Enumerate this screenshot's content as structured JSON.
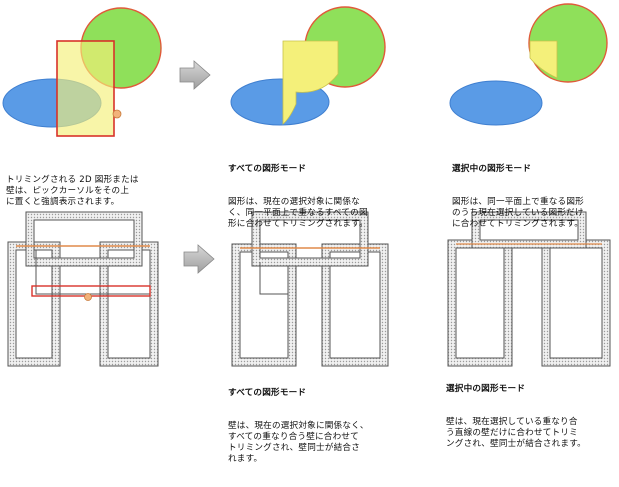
{
  "captions": {
    "c1": {
      "title": "",
      "body": "トリミングされる 2D 図形または\n壁は、ピックカーソルをその上\nに置くと強調表示されます。"
    },
    "c2": {
      "title": "すべての図形モード",
      "body": "図形は、現在の選択対象に関係な\nく、同一平面上で重なるすべての図\n形に合わせてトリミングされます。"
    },
    "c3": {
      "title": "選択中の図形モード",
      "body": "図形は、同一平面上で重なる図形\nのうち現在選択している図形だけ\nに合わせてトリミングされます。"
    },
    "c4": {
      "title": "すべての図形モード",
      "body": "壁は、現在の選択対象に関係なく、\nすべての重なり合う壁に合わせて\nトリミングされ、壁同士が結合さ\nれます。"
    },
    "c5": {
      "title": "選択中の図形モード",
      "body": "壁は、現在選択している重なり合\nう直線の壁だけに合わせてトリミ\nングされ、壁同士が結合されます。"
    }
  },
  "colors": {
    "ellipse_blue": "#5a9be6",
    "circle_green": "#8fe05a",
    "circle_stroke": "#e05a3a",
    "rect_yellow": "#f4f07a",
    "highlight_red": "#d8322a",
    "wall_orange": "#e08a4a",
    "arrow_gray": "#b0b0b0"
  }
}
